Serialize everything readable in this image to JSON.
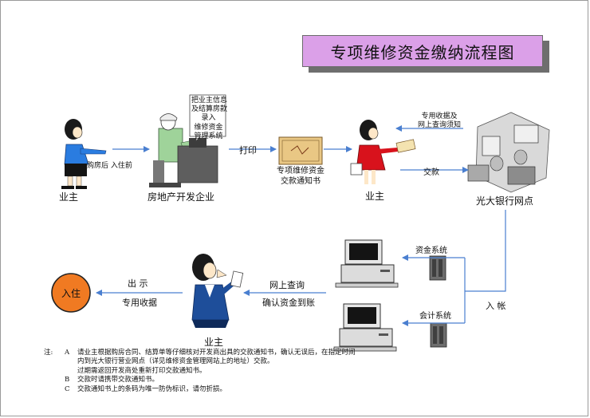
{
  "title": "专项维修资金缴纳流程图",
  "nodes": {
    "owner1": "业主",
    "developer": "房地产开发企业",
    "owner2": "业主",
    "bank": "光大银行网点",
    "owner3": "业主",
    "move_in": "入住"
  },
  "speech_note": [
    "把业主信息",
    "及结算房款",
    "录入",
    "维修资金",
    "管理系统"
  ],
  "notice_doc": [
    "专项维修资金",
    "交款通知书"
  ],
  "edges": {
    "buy_after": "购房后 入住前",
    "print": "打印",
    "receipt_query": [
      "专用收据及",
      "网上查询须知"
    ],
    "pay": "交款",
    "credit": "入 帐",
    "fund_system": "资金系统",
    "accounting_system": "会计系统",
    "online_query": "网上查询",
    "confirm_funds": "确认资金到账",
    "show": "出 示",
    "special_receipt": "专用收据"
  },
  "notes": {
    "label": "注:",
    "items": [
      {
        "key": "A",
        "lines": [
          "请业主根据购房合同、结算单等仔细核对开发商出具的交款通知书，确认无误后，在指定时间",
          "内到光大银行营业网点（详见维修资金管理网站上的地址）交款。",
          "过期需返回开发商处重新打印交款通知书。"
        ]
      },
      {
        "key": "B",
        "lines": [
          "交款时请携带交款通知书。"
        ]
      },
      {
        "key": "C",
        "lines": [
          "交款通知书上的条码为唯一防伪标识，请勿折损。"
        ]
      }
    ]
  },
  "colors": {
    "title_bg": "#dba0e8",
    "arrow": "#4a7fd0",
    "move_in": "#f07a22"
  }
}
